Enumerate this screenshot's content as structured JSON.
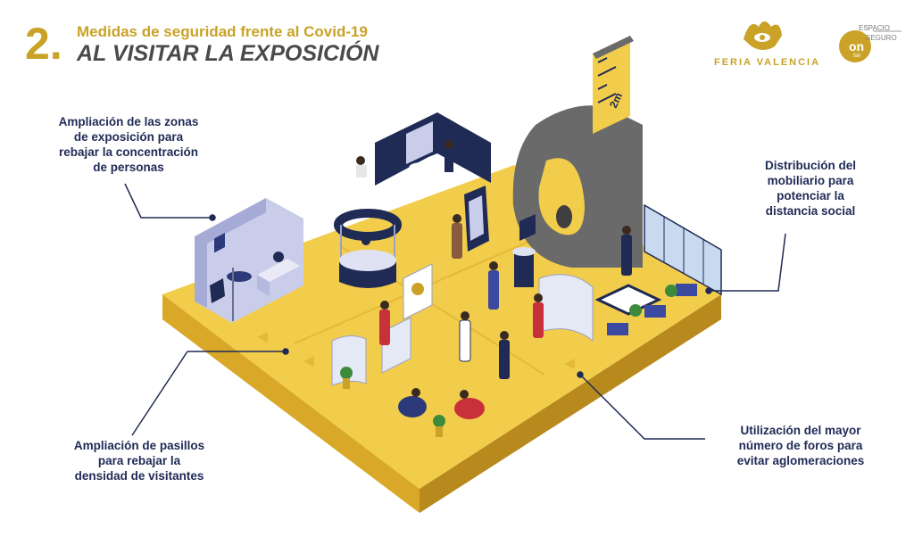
{
  "header": {
    "number": "2.",
    "subtitle": "Medidas de seguridad frente al Covid-19",
    "title": "AL VISITAR LA EXPOSICIÓN"
  },
  "brand": {
    "name": "FERIA VALENCIA",
    "badge_line1": "ESPACIO",
    "badge_line2": "SEGURO",
    "badge_mark": "on",
    "badge_small": "fair"
  },
  "callouts": {
    "zones": [
      "Ampliación de las zonas",
      "de exposición para",
      "rebajar la concentración",
      "de personas"
    ],
    "furniture": [
      "Distribución del",
      "mobiliario para",
      "potenciar la",
      "distancia social"
    ],
    "aisles": [
      "Ampliación de pasillos",
      "para rebajar la",
      "densidad de visitantes"
    ],
    "forums": [
      "Utilización del mayor",
      "número de foros para",
      "evitar aglomeraciones"
    ]
  },
  "scene": {
    "tape_label": "2m"
  },
  "colors": {
    "gold": "#c9a227",
    "floor_top": "#f2cd4c",
    "floor_side": "#d9a828",
    "floor_front": "#b8891c",
    "navy": "#1f2a55",
    "text_gray": "#4a4a4a"
  }
}
